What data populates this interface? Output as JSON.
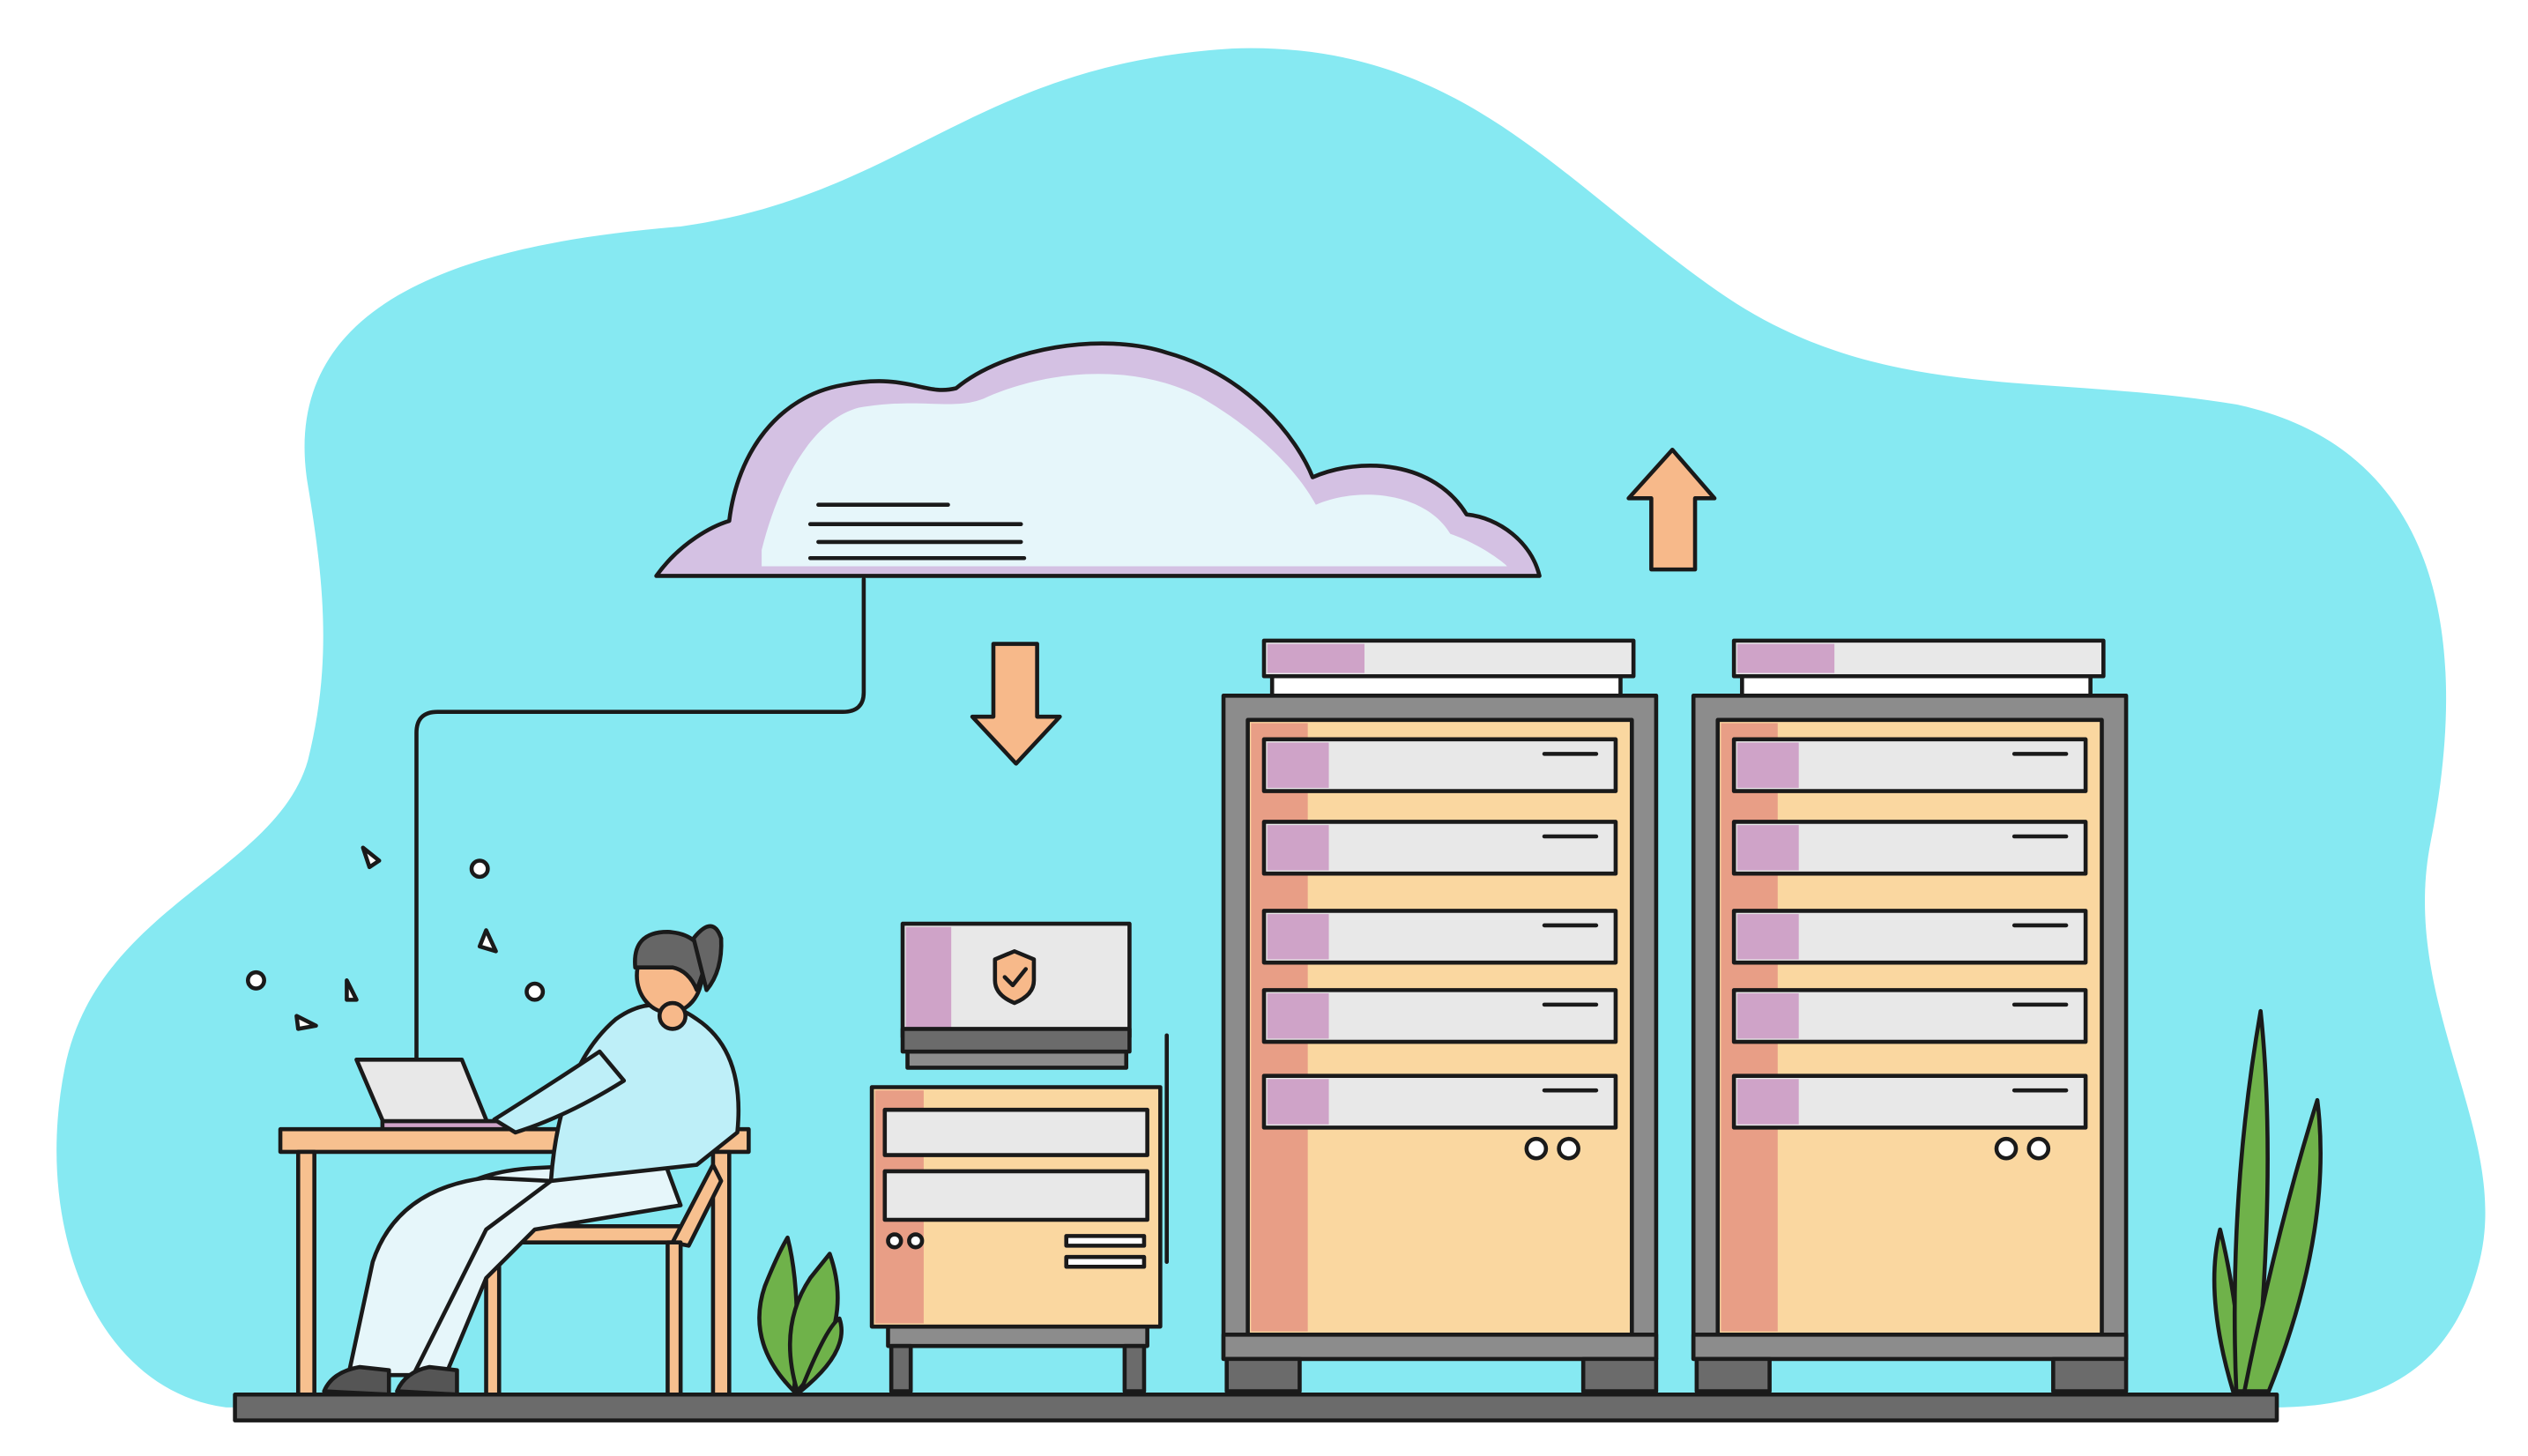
{
  "colors": {
    "background_blob": "#86E9F2",
    "cloud_light": "#E6F6FA",
    "cloud_shade": "#D4C1E3",
    "arrow": "#F7B98A",
    "rack_frame": "#8C8C8C",
    "rack_body": "#FAD7A0",
    "rack_shade": "#E89E86",
    "drawer": "#E8E8E8",
    "drawer_accent": "#CFA3C8",
    "floor": "#6B6B6B",
    "plant": "#6FB24A",
    "person_shirt": "#BEEFF8",
    "desk": "#F7C08F"
  },
  "scene": {
    "elements": [
      "cloud",
      "upload-arrow",
      "download-arrow",
      "server-rack",
      "server-rack",
      "small-server",
      "monitor",
      "desk",
      "person",
      "plants"
    ]
  }
}
